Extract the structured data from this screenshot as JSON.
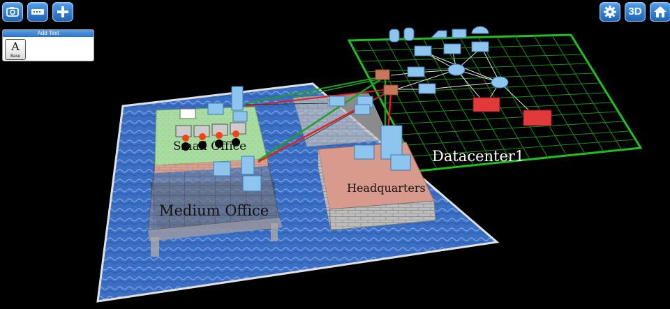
{
  "toolbar_left": [
    {
      "name": "camera-button",
      "icon": "camera-icon"
    },
    {
      "name": "device-button",
      "icon": "device-icon"
    },
    {
      "name": "add-button",
      "icon": "plus-icon"
    }
  ],
  "toolbar_right": {
    "settings_icon": "gear-icon",
    "view_label": "3D",
    "home_icon": "home-icon"
  },
  "panel": {
    "title": "Add Text",
    "tool_glyph": "A",
    "tool_label": "Base"
  },
  "sites": {
    "small_office": "Small Office",
    "medium_office": "Medium Office",
    "headquarters": "Headquarters",
    "datacenter": "Datacenter1"
  },
  "colors": {
    "accent": "#2f7fd6",
    "floor_water": "#3a6fc4",
    "grid_green": "#1fc01f",
    "link_red": "#e02020",
    "link_green": "#20a020",
    "device_blue": "#8ec5ee",
    "firewall_brick": "#c8775a",
    "router_red": "#e23a3a"
  }
}
